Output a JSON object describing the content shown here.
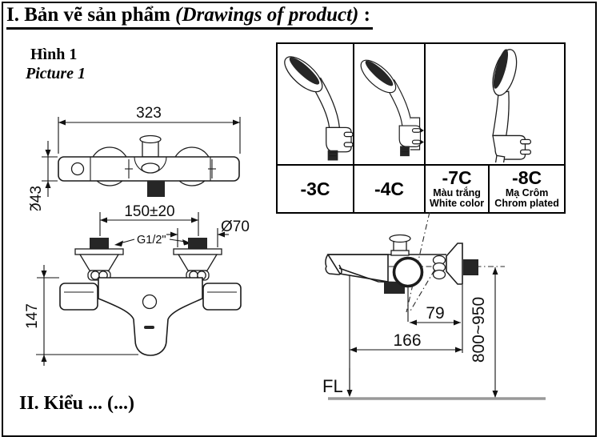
{
  "page": {
    "section_title_vi": "I. Bản vẽ sản phẩm",
    "section_title_en": "(Drawings of product)",
    "section_title_colon": ":",
    "figure_label_vi": "Hình 1",
    "figure_label_en": "Picture 1",
    "next_section_partial": "II. Kiểu ... (...)"
  },
  "variant_table": {
    "codes": [
      "-3C",
      "-4C",
      "-7C",
      "-8C"
    ],
    "finish_7c_vi": "Màu trắng",
    "finish_7c_en": "White color",
    "finish_8c_vi": "Mạ Crôm",
    "finish_8c_en": "Chrom plated"
  },
  "dims": {
    "top_width": "323",
    "body_diameter": "Ø43",
    "inlet_distance": "150±20",
    "thread": "G1/2\"",
    "flange_diameter": "Ø70",
    "body_height": "147",
    "center_to_wall": "79",
    "spout_reach": "166",
    "install_height": "800~950",
    "floor_line": "FL"
  },
  "colors": {
    "line": "#1c1c1c",
    "dark_fill": "#262626",
    "floor_gray": "#999999"
  }
}
